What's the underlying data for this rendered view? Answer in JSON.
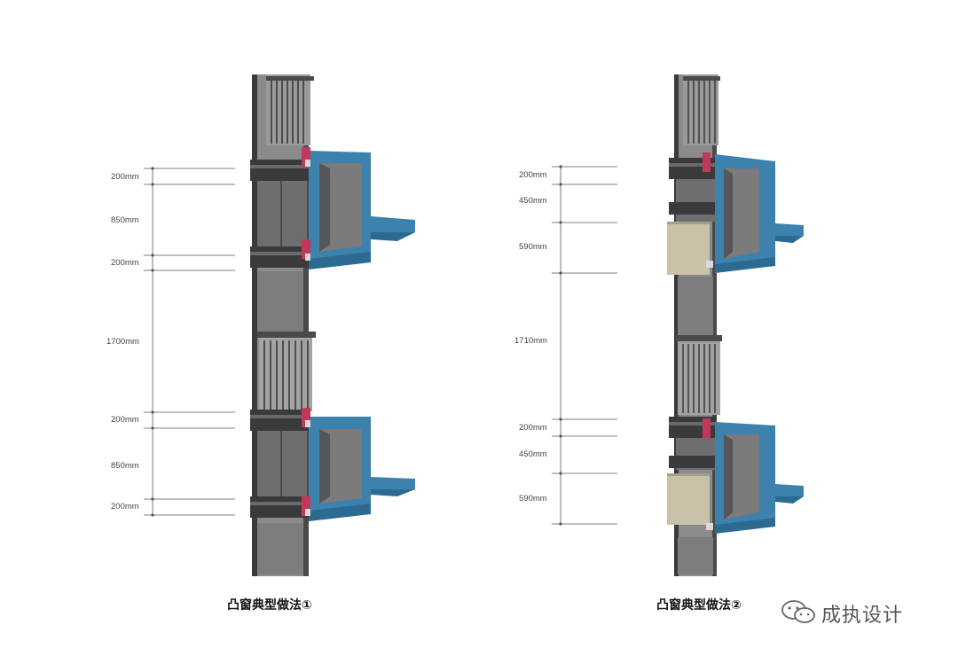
{
  "colors": {
    "box_blue": "#3d82ad",
    "box_blue_dark": "#2c6a92",
    "glass_gray": "#6e6e70",
    "column_dark": "#3a3a3c",
    "beige_panel": "#c9c2a8",
    "accent_red": "#c0395a"
  },
  "figure_1": {
    "caption": "凸窗典型做法①",
    "dimensions": [
      "200mm",
      "850mm",
      "200mm",
      "1700mm",
      "200mm",
      "850mm",
      "200mm"
    ]
  },
  "figure_2": {
    "caption": "凸窗典型做法②",
    "dimensions": [
      "200mm",
      "450mm",
      "590mm",
      "1710mm",
      "200mm",
      "450mm",
      "590mm"
    ]
  },
  "watermark": {
    "text": "成执设计",
    "icon": "wechat-icon"
  }
}
